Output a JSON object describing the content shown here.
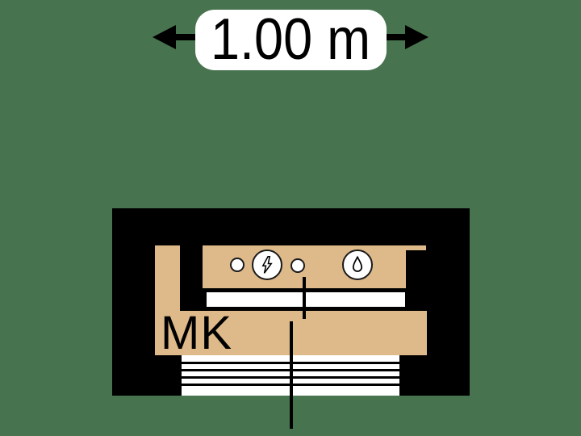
{
  "dimension": {
    "label": "1.00 m"
  },
  "module": {
    "label": "MK"
  },
  "icons": [
    {
      "name": "port-circle-small"
    },
    {
      "name": "electricity-icon"
    },
    {
      "name": "port-circle-small"
    },
    {
      "name": "water-drop-icon"
    }
  ],
  "colors": {
    "background": "#47734E",
    "wood": "#DEB98A",
    "frame": "#000000",
    "panel": "#FFFFFF"
  }
}
